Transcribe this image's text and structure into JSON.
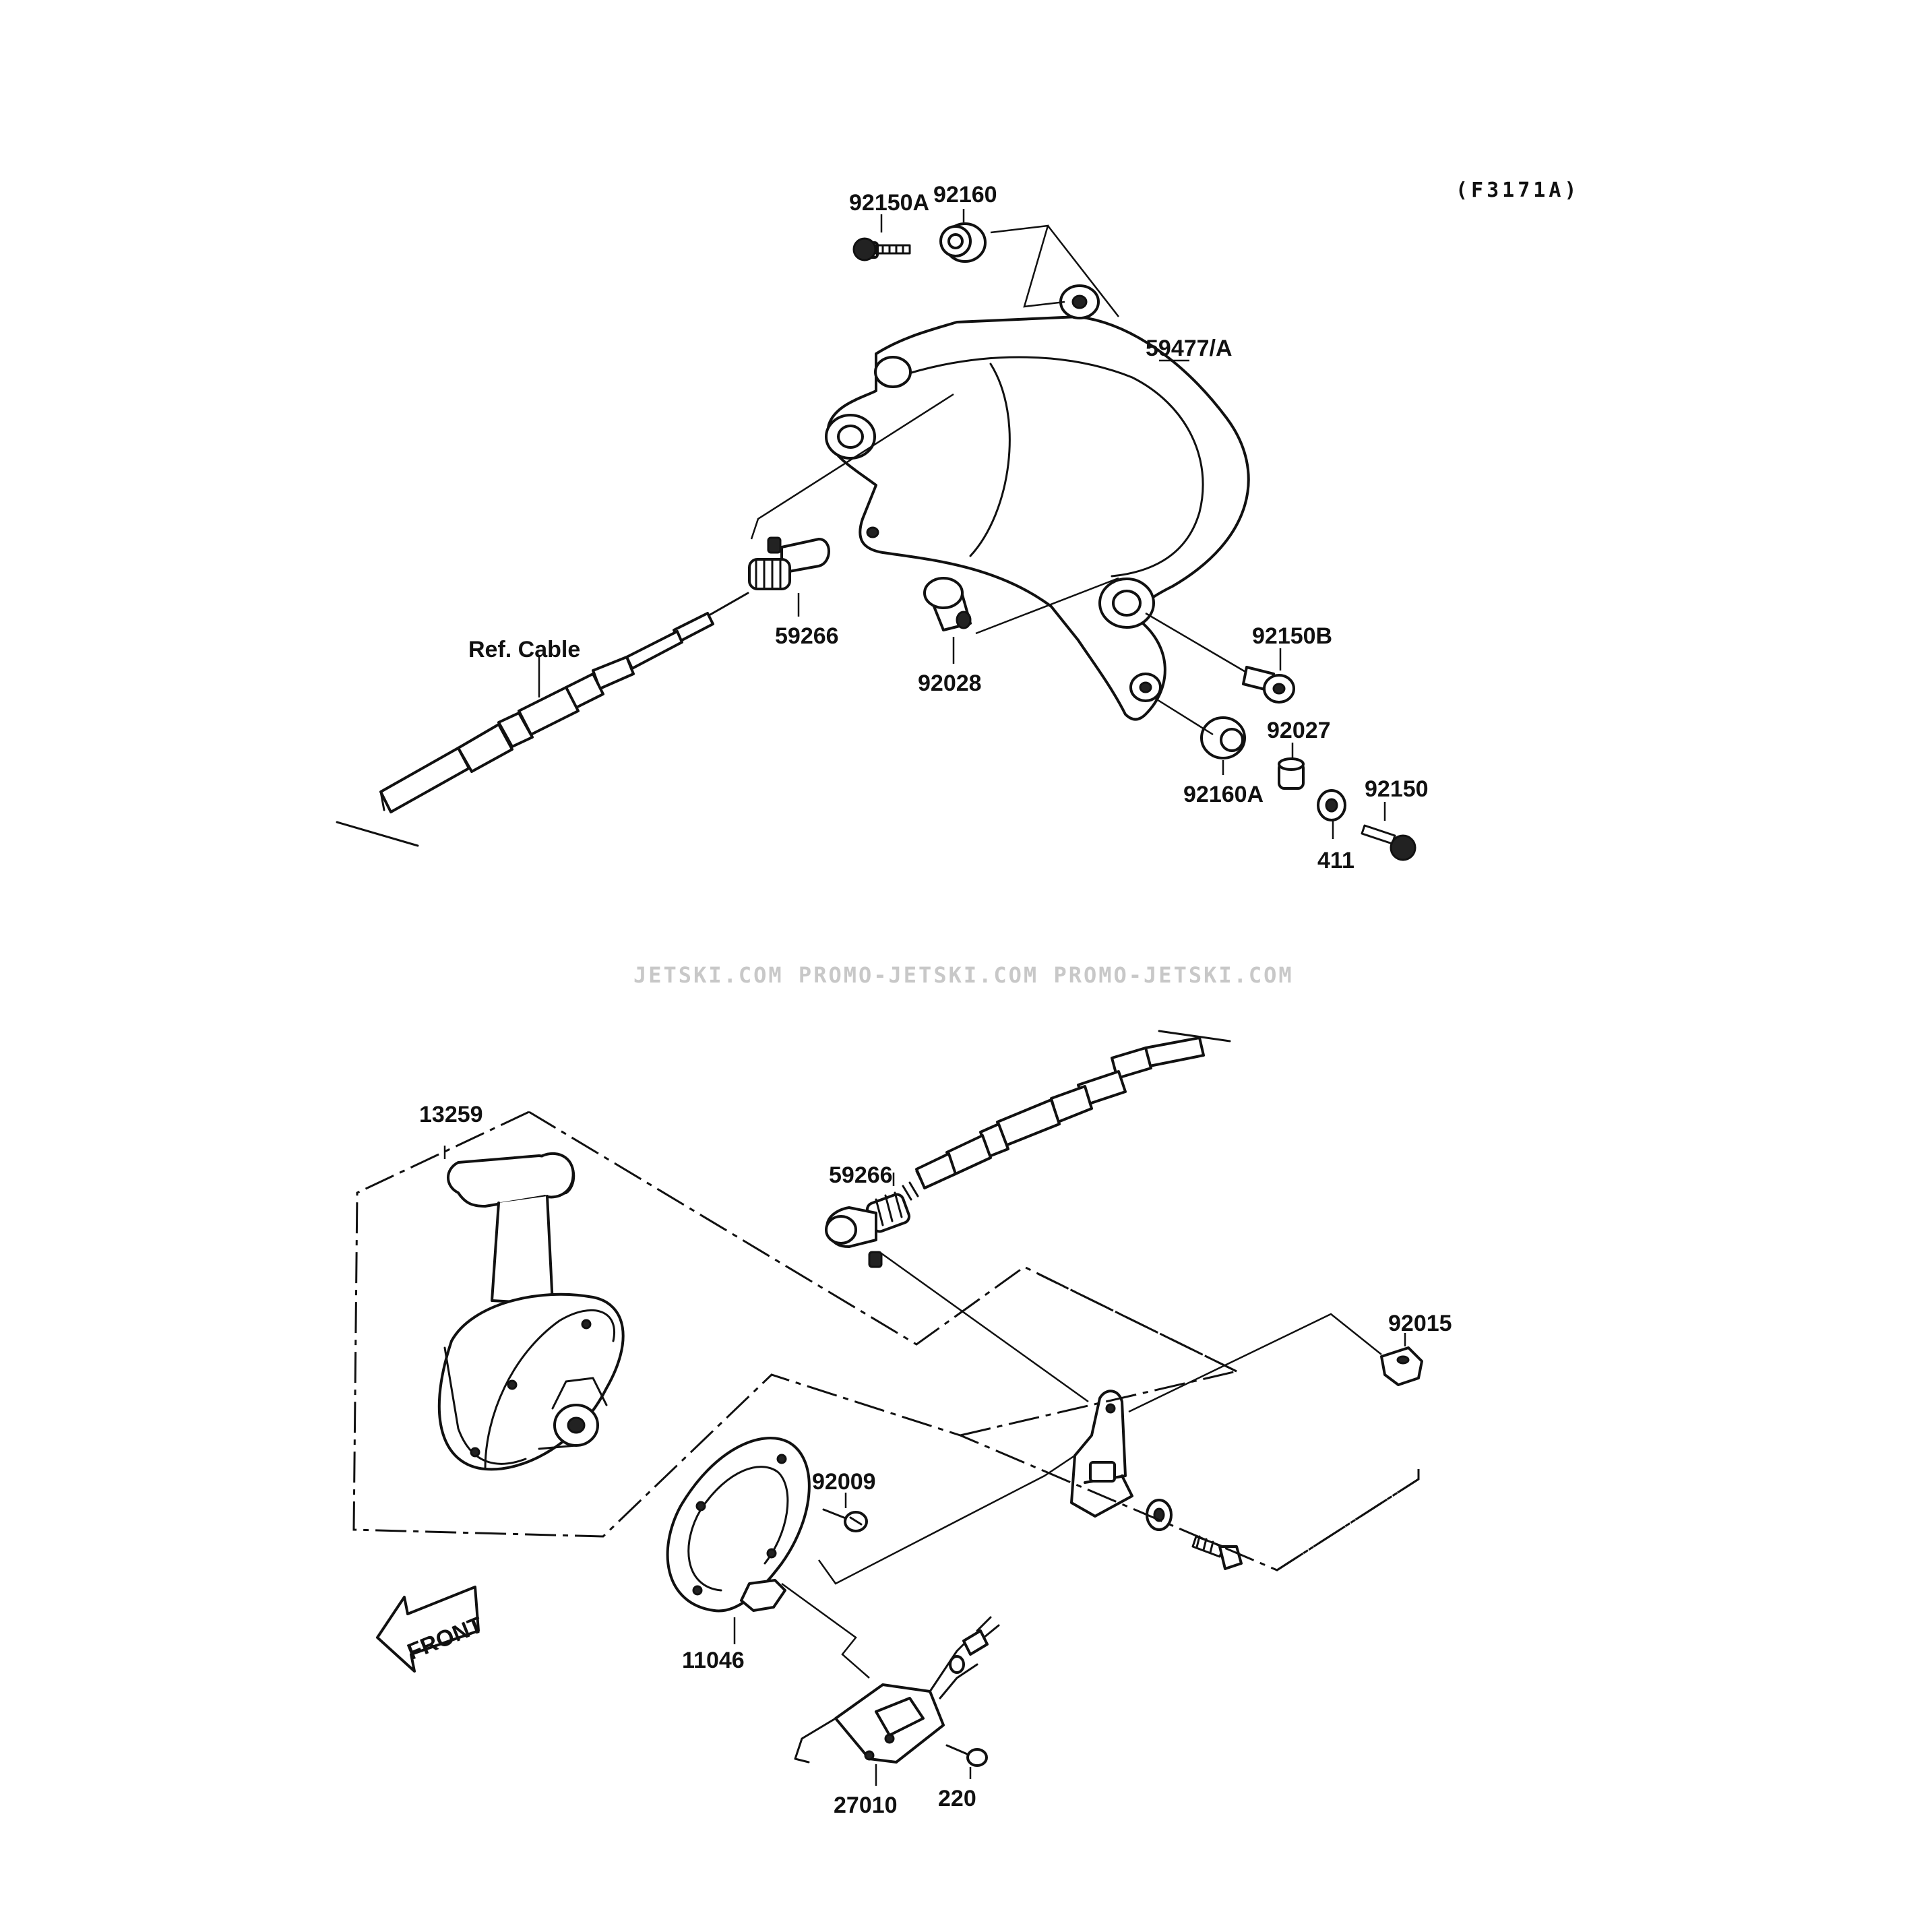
{
  "diagram_code": "(F3171A)",
  "watermark": "JETSKI.COM   PROMO-JETSKI.COM   PROMO-JETSKI.COM",
  "front_label": "FRONT",
  "labels": {
    "p92160": "92160",
    "p92150A": "92150A",
    "p59477A": "59477/A",
    "p59266_top": "59266",
    "ref_cable": "Ref. Cable",
    "p92028": "92028",
    "p92150B": "92150B",
    "p92027": "92027",
    "p92160A": "92160A",
    "p92150": "92150",
    "p411": "411",
    "p13259": "13259",
    "p59266_bottom": "59266",
    "p92015": "92015",
    "p92009": "92009",
    "p11046": "11046",
    "p27010": "27010",
    "p220": "220"
  }
}
